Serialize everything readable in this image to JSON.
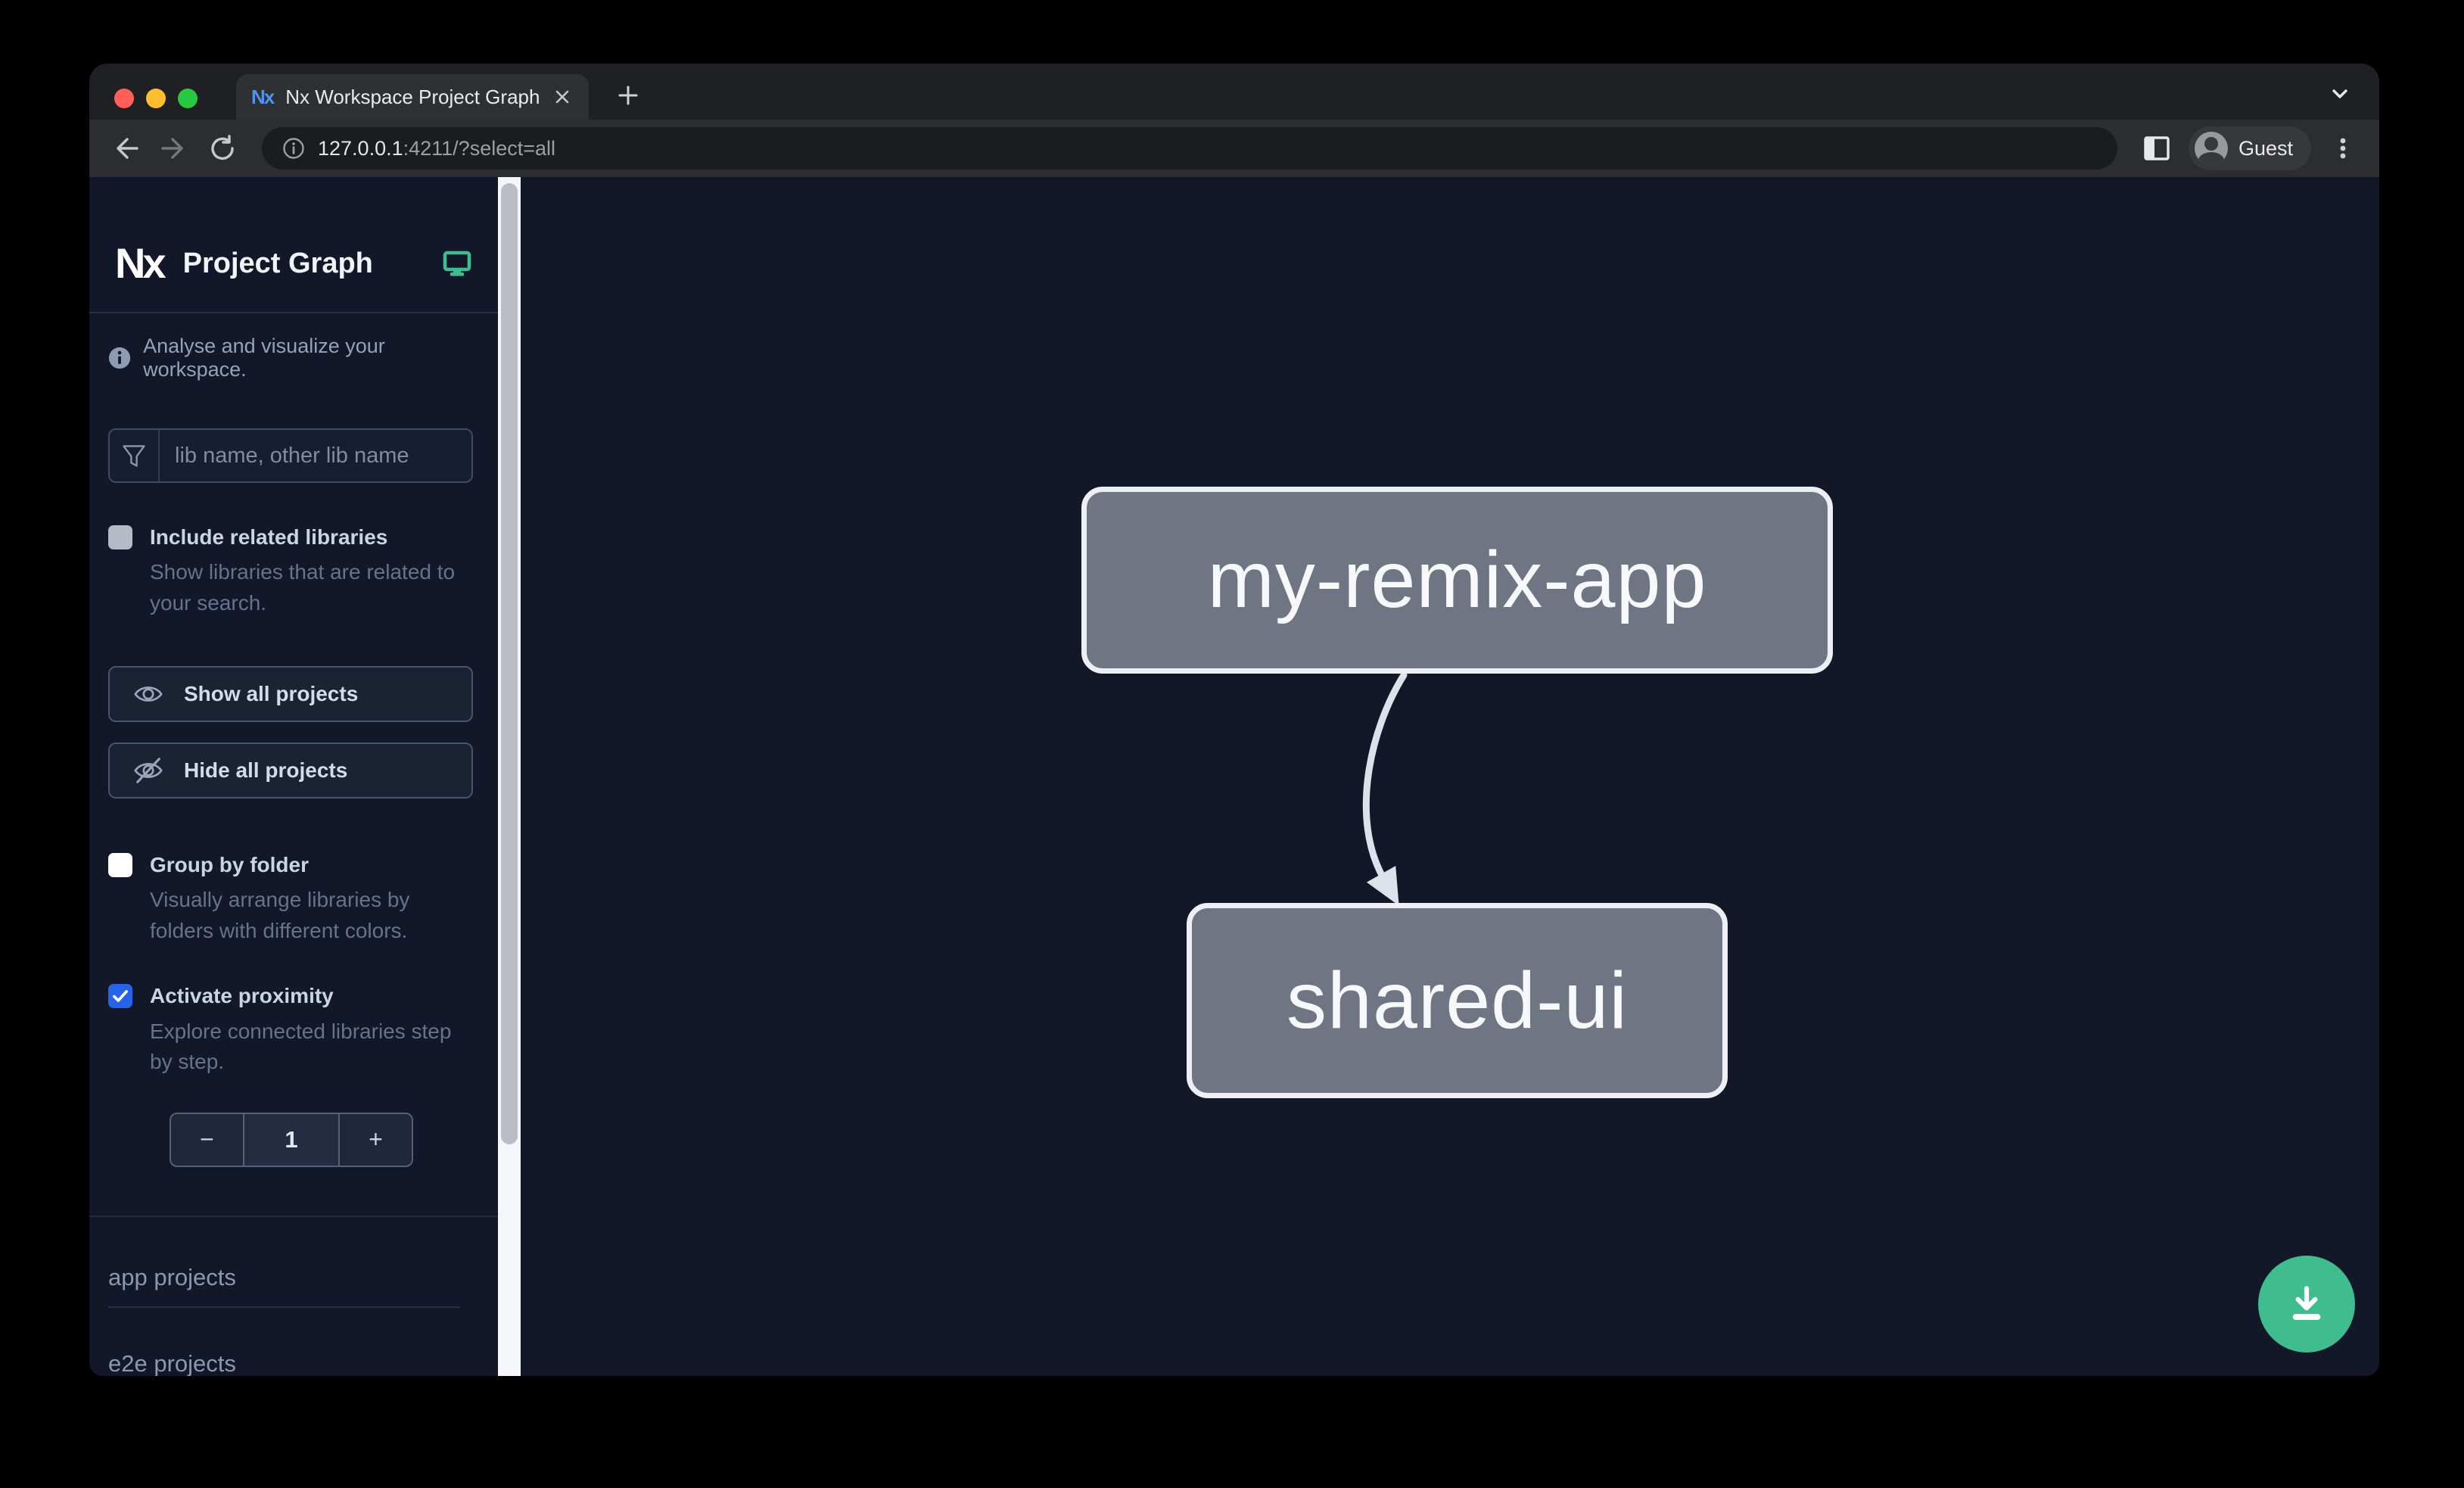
{
  "browser": {
    "tab": {
      "title": "Nx Workspace Project Graph",
      "favicon_text": "Nx"
    },
    "url": {
      "host": "127.0.0.1",
      "rest": ":4211/?select=all"
    },
    "profile_label": "Guest"
  },
  "sidebar": {
    "logo_text": "Nx",
    "title": "Project Graph",
    "tagline": "Analyse and visualize your workspace.",
    "search": {
      "placeholder": "lib name, other lib name"
    },
    "toggles": [
      {
        "label": "Include related libraries",
        "description": "Show libraries that are related to your search.",
        "checked": false
      },
      {
        "label": "Group by folder",
        "description": "Visually arrange libraries by folders with different colors.",
        "checked": false
      },
      {
        "label": "Activate proximity",
        "description": "Explore connected libraries step by step.",
        "checked": true
      }
    ],
    "buttons": [
      {
        "label": "Show all projects"
      },
      {
        "label": "Hide all projects"
      }
    ],
    "stepper": {
      "decrement": "−",
      "value": "1",
      "increment": "+"
    },
    "sections": [
      {
        "label": "app projects"
      },
      {
        "label": "e2e projects"
      }
    ]
  },
  "graph": {
    "nodes": [
      {
        "label": "my-remix-app"
      },
      {
        "label": "shared-ui"
      }
    ],
    "edge": {
      "from": "my-remix-app",
      "to": "shared-ui"
    }
  },
  "colors": {
    "accent_green": "#3fbd8f",
    "checkbox_blue": "#2563eb",
    "node_fill": "#707584",
    "canvas_bg": "#131828",
    "sidebar_bg": "#121729"
  }
}
